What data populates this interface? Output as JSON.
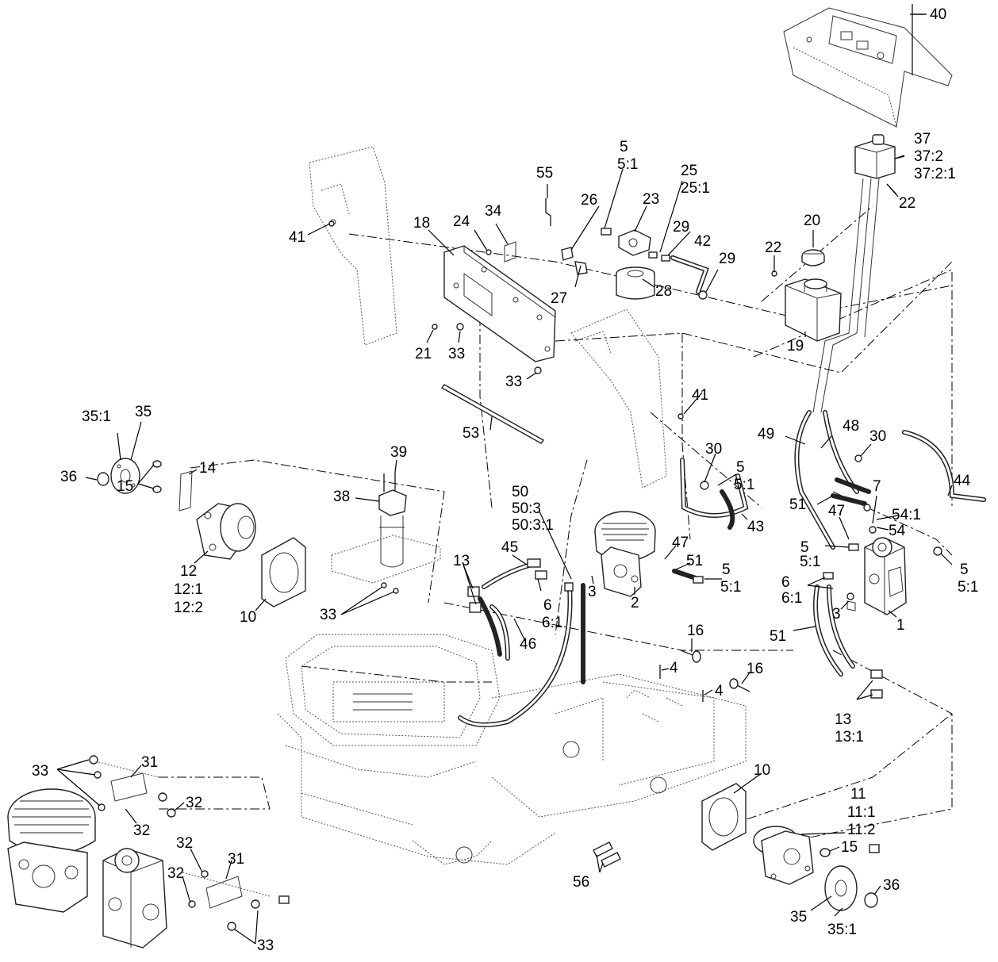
{
  "diagram": {
    "labels": {
      "l40": "40",
      "l37": "37",
      "l37_2": "37:2",
      "l37_2_1": "37:2:1",
      "l22a": "22",
      "l22b": "22",
      "l20": "20",
      "l19": "19",
      "l29a": "29",
      "l29b": "29",
      "l42": "42",
      "l25": "25",
      "l25_1": "25:1",
      "l23": "23",
      "l5a": "5",
      "l5a_1": "5:1",
      "l28": "28",
      "l26": "26",
      "l27": "27",
      "l55": "55",
      "l34": "34",
      "l24": "24",
      "l18": "18",
      "l41a": "41",
      "l21": "21",
      "l33a": "33",
      "l33b": "33",
      "l53": "53",
      "l41b": "41",
      "l49": "49",
      "l48": "48",
      "l30a": "30",
      "l44": "44",
      "l30b": "30",
      "l5b": "5",
      "l5b_1": "5:1",
      "l51a": "51",
      "l7": "7",
      "l47a": "47",
      "l54_1": "54:1",
      "l54": "54",
      "l43": "43",
      "l47b": "47",
      "l51b": "51",
      "l5c": "5",
      "l5c_1": "5:1",
      "l5d": "5",
      "l5d_1": "5:1",
      "l5e": "5",
      "l5e_1": "5:1",
      "l6a": "6",
      "l6a_1": "6:1",
      "l3a": "3",
      "l1": "1",
      "l51c": "51",
      "l2": "2",
      "l3b": "3",
      "l50": "50",
      "l50_3": "50:3",
      "l50_3_1": "50:3:1",
      "l45": "45",
      "l13a": "13",
      "l6b": "6",
      "l6b_1": "6:1",
      "l46": "46",
      "l16a": "16",
      "l4a": "4",
      "l4b": "4",
      "l16b": "16",
      "l13b": "13",
      "l13b_1": "13:1",
      "l35_1a": "35:1",
      "l35a": "35",
      "l36a": "36",
      "l15a": "15",
      "l14": "14",
      "l12": "12",
      "l12_1": "12:1",
      "l12_2": "12:2",
      "l10a": "10",
      "l38": "38",
      "l39": "39",
      "l33c": "33",
      "l10b": "10",
      "l11": "11",
      "l11_1": "11:1",
      "l11_2": "11:2",
      "l15b": "15",
      "l36b": "36",
      "l35b": "35",
      "l35_1b": "35:1",
      "l56": "56",
      "l33d": "33",
      "l31a": "31",
      "l32a": "32",
      "l32b": "32",
      "l32c": "32",
      "l32d": "32",
      "l31b": "31",
      "l33e": "33"
    }
  }
}
